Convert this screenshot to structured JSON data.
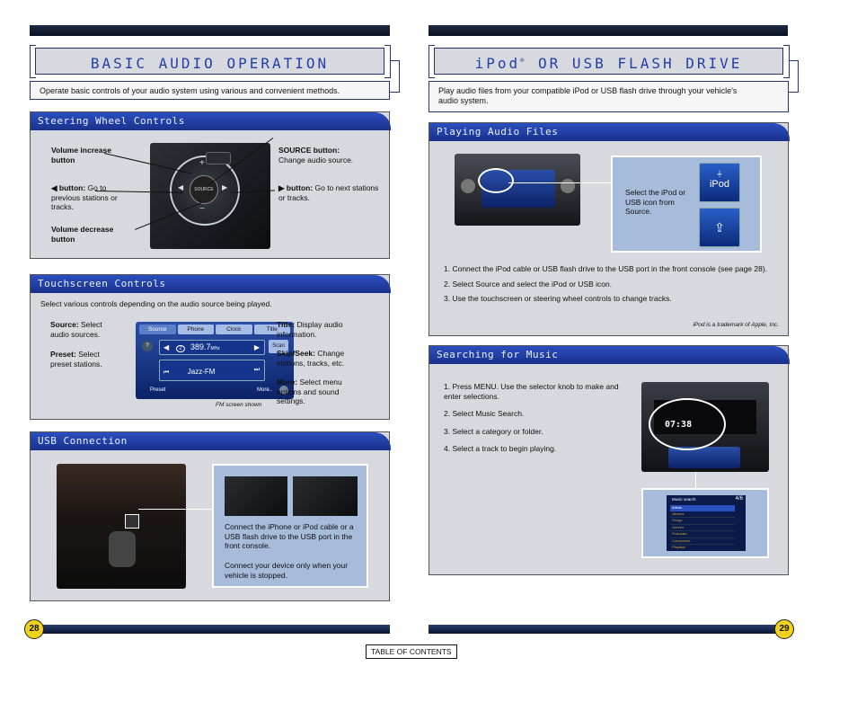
{
  "left": {
    "title": "BASIC AUDIO OPERATION",
    "intro": "Operate basic controls of your audio system using various and convenient methods.",
    "steering": {
      "header": "Steering Wheel Controls",
      "vol_up": "Volume increase button",
      "prev_bold": "◀ button:",
      "prev_text": " Go to previous stations or tracks.",
      "vol_down": "Volume decrease button",
      "source_bold": "SOURCE button:",
      "source_text": "Change audio source.",
      "next_bold": "▶ button:",
      "next_text": " Go to next stations or tracks.",
      "wheel_plus": "+",
      "wheel_minus": "−",
      "wheel_source": "SOURCE"
    },
    "touch": {
      "header": "Touchscreen Controls",
      "intro": "Select various controls depending on the audio source being played.",
      "source_bold": "Source:",
      "source_text": " Select audio sources.",
      "preset_bold": "Preset:",
      "preset_text": " Select preset stations.",
      "title_bold": "Title:",
      "title_text": " Display audio information.",
      "skip_bold": "Skip/Seek:",
      "skip_text": " Change stations, tracks, etc.",
      "more_bold": "More:",
      "more_text": " Select menu options and sound settings.",
      "caption": "FM screen shown",
      "tabs": [
        "Source",
        "Phone",
        "Clock",
        "Title"
      ],
      "preset_num": "2",
      "freq": "389.7",
      "unit": "MHz",
      "scan": "Scan",
      "station": "Jazz-FM",
      "preset_btn": "Preset",
      "more_btn": "More.."
    },
    "usb": {
      "header": "USB Connection",
      "text1": "Connect the iPhone or iPod cable or a USB flash drive to the USB port in the front console.",
      "text2": "Connect your device only when your vehicle is stopped."
    },
    "page_number": "28"
  },
  "right": {
    "title_a": "iPod",
    "title_reg": "®",
    "title_b": " OR USB FLASH DRIVE",
    "intro": "Play audio files from your compatible iPod or USB flash drive through your vehicle's audio system.",
    "playing": {
      "header": "Playing Audio Files",
      "callout": "Select the iPod or USB icon from Source.",
      "ipod_icon_label": "iPod",
      "steps": [
        "1.  Connect the iPod cable or USB flash drive to the USB port in the front console (see page 28).",
        "2.  Select Source and select the iPod or USB icon.",
        "3.  Use the touchscreen or steering wheel controls to change tracks."
      ],
      "trademark": "iPod is a trademark of Apple, Inc."
    },
    "search": {
      "header": "Searching for Music",
      "steps": [
        "1.  Press MENU. Use the selector knob to make and enter selections.",
        "2.  Select Music Search.",
        "3.  Select a category or folder.",
        "4.  Select a track to begin playing."
      ],
      "clock": "07:38",
      "menu_title": "Music search",
      "menu_count": "4/6",
      "menu_items": [
        "Artists",
        "Albums",
        "Songs",
        "Genres",
        "Podcasts",
        "Composers",
        "Playlists"
      ]
    },
    "page_number": "29"
  },
  "toc": "TABLE OF CONTENTS"
}
